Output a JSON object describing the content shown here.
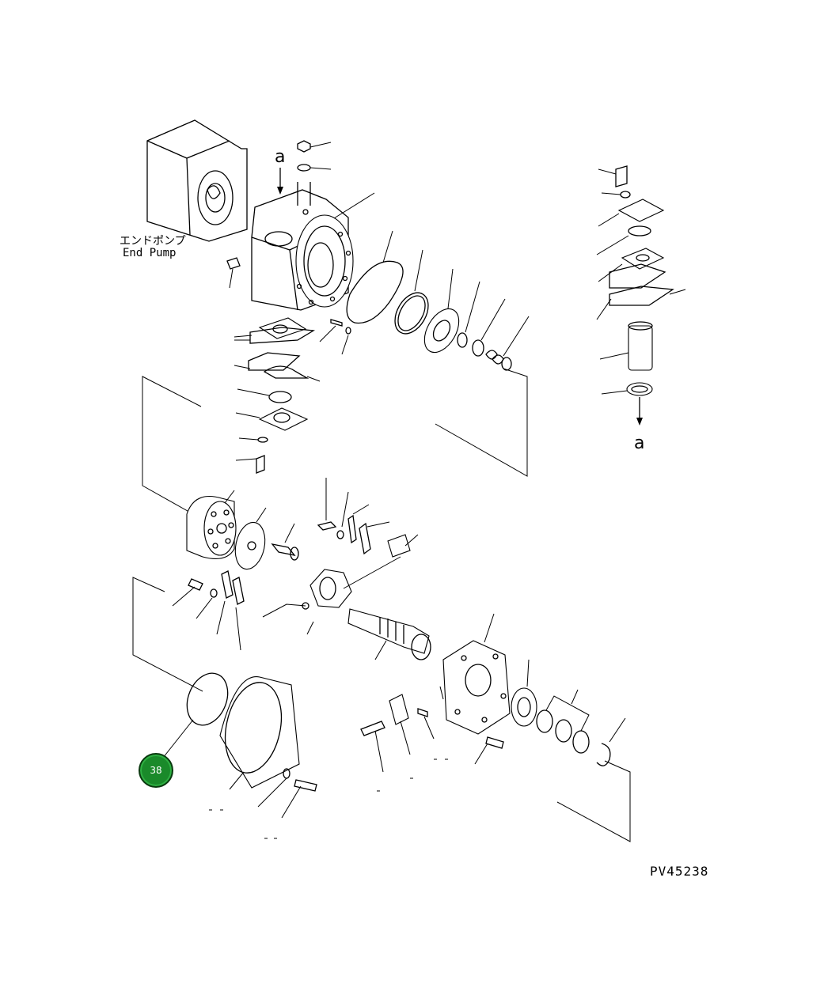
{
  "labels": {
    "end_pump_jp": "エンドポンプ",
    "end_pump_en": "End Pump",
    "ref_a_top": "a",
    "ref_a_bottom": "a",
    "drawing_code": "PV45238"
  },
  "hotspot": {
    "label": "38",
    "color": "#1a8a2a"
  }
}
